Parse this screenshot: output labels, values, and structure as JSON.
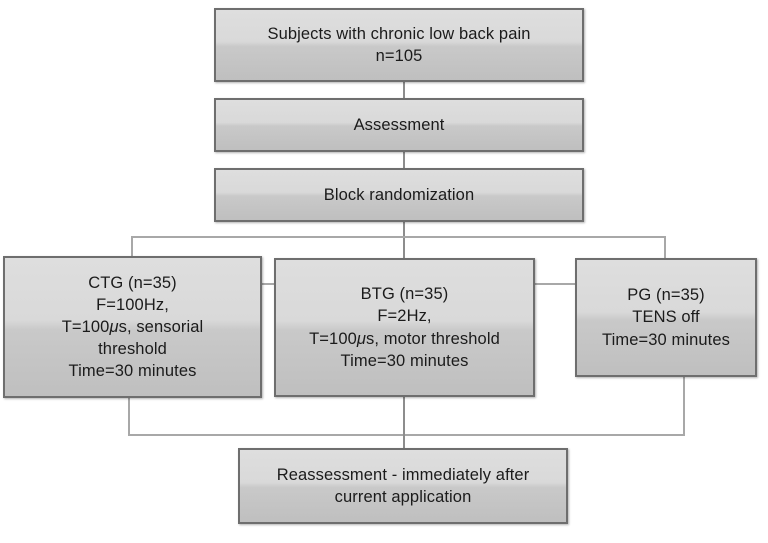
{
  "diagram": {
    "title": "CONSORT-style study flow diagram",
    "nodes": {
      "subjects": {
        "name": "subjects-enrolled",
        "lines": [
          "Subjects with chronic low back pain",
          "n=105"
        ]
      },
      "assessment": {
        "name": "assessment",
        "lines": [
          "Assessment"
        ]
      },
      "randomization": {
        "name": "block-randomization",
        "lines": [
          "Block randomization"
        ]
      },
      "ctg": {
        "name": "conventional-tens-group",
        "lines": [
          "CTG (n=35)",
          "F=100Hz,",
          "T=100μs, sensorial",
          "threshold",
          "Time=30 minutes"
        ],
        "group_label": "CTG",
        "n": 35,
        "frequency": "100Hz",
        "pulse_width": "100μs",
        "intensity": "sensorial threshold",
        "duration": "30 minutes"
      },
      "btg": {
        "name": "burst-tens-group",
        "lines": [
          "BTG (n=35)",
          "F=2Hz,",
          "T=100μs, motor threshold",
          "Time=30 minutes"
        ],
        "group_label": "BTG",
        "n": 35,
        "frequency": "2Hz",
        "pulse_width": "100μs",
        "intensity": "motor threshold",
        "duration": "30 minutes"
      },
      "pg": {
        "name": "placebo-group",
        "lines": [
          "PG (n=35)",
          "TENS off",
          "Time=30 minutes"
        ],
        "group_label": "PG",
        "n": 35,
        "intensity": "TENS off",
        "duration": "30 minutes"
      },
      "reassessment": {
        "name": "reassessment",
        "lines": [
          "Reassessment - immediately after",
          "current application"
        ]
      }
    },
    "colors": {
      "box_border": "#6e6e6e",
      "box_fill_top": "#dedede",
      "box_fill_bottom": "#bfbfbf",
      "connector": "#8d8d8d",
      "text": "#1b1b1b",
      "background": "#ffffff"
    }
  }
}
